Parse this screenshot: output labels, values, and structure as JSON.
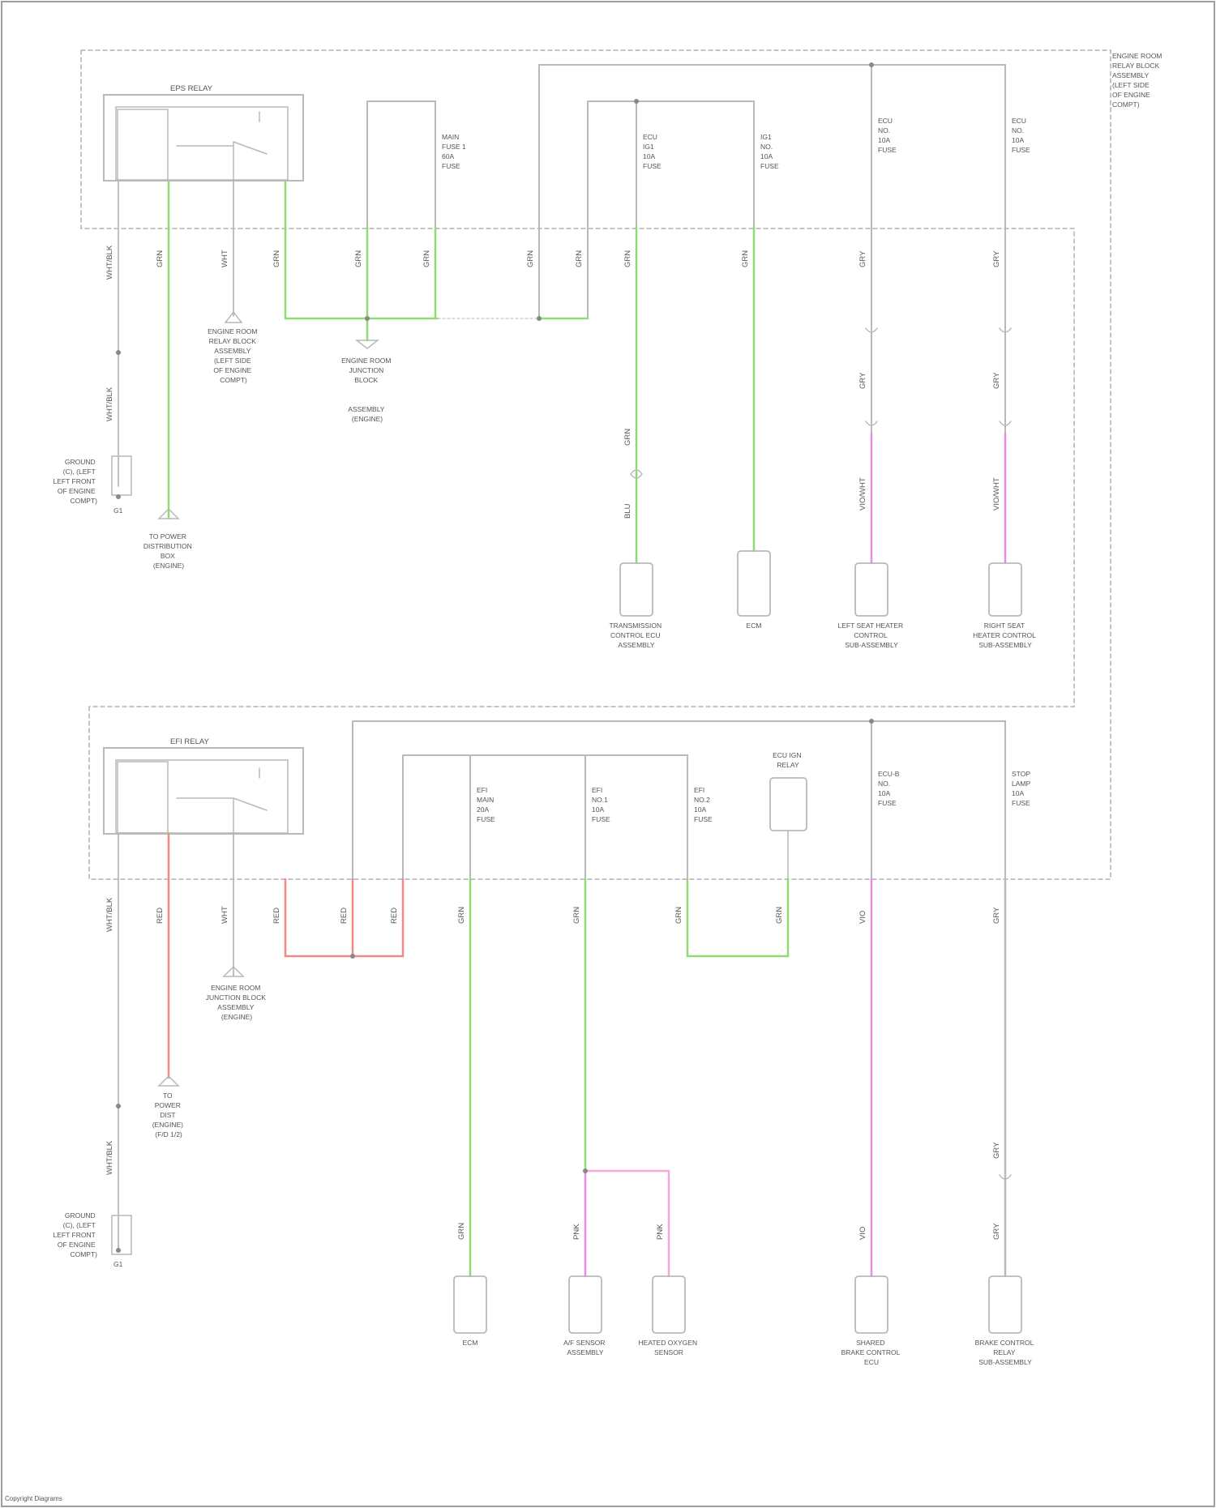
{
  "colors": {
    "background": "#ffffff",
    "frame": "#9e9e9e",
    "dashed": "#b0b0b0",
    "wire_gray": "#b9b9b9",
    "wire_green": "#8fdc74",
    "wire_red": "#f08a86",
    "wire_pink": "#ea8ae6",
    "wire_light_pink": "#f3a8d8",
    "text": "#555555"
  },
  "icons": [
    "relay-switch-icon",
    "ground-icon",
    "fuse-icon",
    "connector-icon",
    "splice-icon",
    "component-icon"
  ],
  "upper": {
    "relay_title": "EPS RELAY",
    "fuse_block_label": [
      "ENGINE ROOM",
      "RELAY BLOCK",
      "ASSEMBLY",
      "(LEFT SIDE",
      "OF ENGINE",
      "COMPT)"
    ],
    "fuses": [
      {
        "label": [
          "MAIN",
          "FUSE 1",
          "60A",
          "FUSE"
        ]
      },
      {
        "label": [
          "ECU",
          "IG1",
          "10A",
          "FUSE"
        ]
      },
      {
        "label": [
          "IG1",
          "NO.",
          "10A",
          "FUSE"
        ]
      },
      {
        "label": [
          "ECU",
          "NO.",
          "10A",
          "FUSE"
        ]
      },
      {
        "label": [
          "ECU",
          "NO.",
          "10A",
          "FUSE"
        ]
      }
    ],
    "wire_codes": [
      "WHT/BLK",
      "GRN",
      "WHT",
      "GRN",
      "GRN",
      "GRN",
      "GRN",
      "GRN",
      "GRN",
      "GRN",
      "GRY",
      "GRY"
    ],
    "wire_codes_lower": [
      "WHT/BLK",
      "GRN",
      "BLU",
      "GRY",
      "GRY",
      "VIO/WHT",
      "VIO/WHT"
    ],
    "ground_label": [
      "GROUND",
      "(C), (LEFT",
      "LEFT FRONT",
      "OF ENGINE",
      "COMPT)",
      "G1"
    ],
    "refs": [
      {
        "label": [
          "TO POWER",
          "DISTRIBUTION",
          "BOX",
          "(ENGINE)"
        ]
      },
      {
        "label": [
          "ENGINE ROOM",
          "RELAY BLOCK",
          "ASSEMBLY",
          "(LEFT SIDE",
          "OF ENGINE",
          "COMPT)"
        ]
      },
      {
        "label": [
          "ENGINE ROOM",
          "JUNCTION",
          "BLOCK",
          "ASSEMBLY",
          "(ENGINE)"
        ]
      },
      {
        "label": [
          "ENGINE",
          "ROOM",
          "RELAY"
        ]
      }
    ],
    "components": [
      {
        "label": [
          "TRANSMISSION",
          "CONTROL ECU",
          "ASSEMBLY"
        ]
      },
      {
        "label": [
          "ECM"
        ]
      },
      {
        "label": [
          "LEFT SEAT HEATER",
          "CONTROL",
          "SUB-ASSEMBLY"
        ]
      },
      {
        "label": [
          "RIGHT SEAT",
          "HEATER CONTROL",
          "SUB-ASSEMBLY"
        ]
      }
    ]
  },
  "lower": {
    "relay_title": "EFI RELAY",
    "relay2_label": [
      "ECU IGN",
      "RELAY"
    ],
    "fuses": [
      {
        "label": [
          "EFI",
          "MAIN",
          "20A",
          "FUSE"
        ]
      },
      {
        "label": [
          "EFI",
          "NO.1",
          "10A",
          "FUSE"
        ]
      },
      {
        "label": [
          "EFI",
          "NO.2",
          "10A",
          "FUSE"
        ]
      },
      {
        "label": [
          "ECU-B",
          "NO.",
          "10A",
          "FUSE"
        ]
      },
      {
        "label": [
          "STOP",
          "LAMP",
          "10A",
          "FUSE"
        ]
      }
    ],
    "wire_codes": [
      "WHT/BLK",
      "RED",
      "WHT",
      "RED",
      "RED",
      "RED",
      "GRN",
      "GRN",
      "GRN",
      "GRN",
      "VIO",
      "GRY"
    ],
    "wire_codes_lower": [
      "WHT/BLK",
      "GRN",
      "PNK",
      "PNK",
      "VIO",
      "GRY",
      "GRY"
    ],
    "ground_label": [
      "GROUND",
      "(C), (LEFT",
      "LEFT FRONT",
      "OF ENGINE",
      "COMPT)",
      "G1"
    ],
    "refs": [
      {
        "label": [
          "ENGINE ROOM",
          "JUNCTION BLOCK",
          "ASSEMBLY",
          "(ENGINE)"
        ]
      },
      {
        "label": [
          "TO",
          "POWER",
          "DIST",
          "(ENGINE)",
          "(F/D 1/2)"
        ]
      }
    ],
    "components": [
      {
        "label": [
          "ECM"
        ]
      },
      {
        "label": [
          "A/F SENSOR",
          "ASSEMBLY"
        ]
      },
      {
        "label": [
          "HEATED OXYGEN",
          "SENSOR"
        ]
      },
      {
        "label": [
          "SHARED",
          "BRAKE CONTROL",
          "ECU"
        ]
      },
      {
        "label": [
          "BRAKE CONTROL",
          "RELAY",
          "SUB-ASSEMBLY"
        ]
      }
    ]
  },
  "footer": "Copyright Diagrams"
}
